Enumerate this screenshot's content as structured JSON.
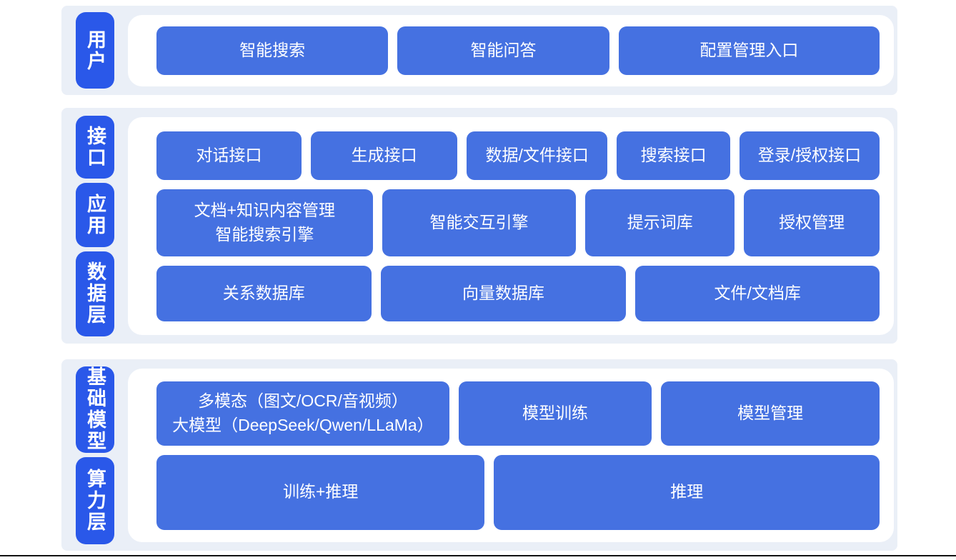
{
  "colors": {
    "band_bg": "#eaeff7",
    "side_label_bg": "#2a58e9",
    "module_bg": "#4571e1",
    "panel_bg": "#ffffff",
    "module_text": "#ffffff",
    "bottom_rule": "#111111"
  },
  "layers": [
    {
      "side_labels": [
        "用户"
      ],
      "rows": [
        {
          "buttons": [
            {
              "label": "智能搜索"
            },
            {
              "label": "智能问答"
            },
            {
              "label": "配置管理入口"
            }
          ]
        }
      ]
    },
    {
      "side_labels": [
        "接口",
        "应用",
        "数据层"
      ],
      "rows": [
        {
          "buttons": [
            {
              "label": "对话接口"
            },
            {
              "label": "生成接口"
            },
            {
              "label": "数据/文件接口"
            },
            {
              "label": "搜索接口"
            },
            {
              "label": "登录/授权接口"
            }
          ]
        },
        {
          "buttons": [
            {
              "label": "文档+知识内容管理\n智能搜索引擎"
            },
            {
              "label": "智能交互引擎"
            },
            {
              "label": "提示词库"
            },
            {
              "label": "授权管理"
            }
          ]
        },
        {
          "buttons": [
            {
              "label": "关系数据库"
            },
            {
              "label": "向量数据库"
            },
            {
              "label": "文件/文档库"
            }
          ]
        }
      ]
    },
    {
      "side_labels": [
        "基础模型",
        "算力层"
      ],
      "rows": [
        {
          "buttons": [
            {
              "label": "多模态（图文/OCR/音视频）\n大模型（DeepSeek/Qwen/LLaMa）"
            },
            {
              "label": "模型训练"
            },
            {
              "label": "模型管理"
            }
          ]
        },
        {
          "buttons": [
            {
              "label": "训练+推理"
            },
            {
              "label": "推理"
            }
          ]
        }
      ]
    }
  ]
}
